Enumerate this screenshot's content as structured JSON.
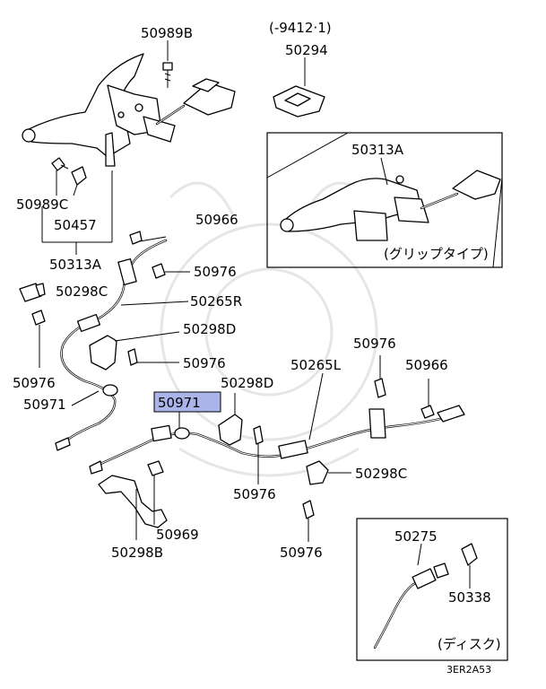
{
  "header_note": "(-9412·1)",
  "footer_code": "3ER2A53",
  "variant_grip": "(グリップタイプ)",
  "variant_disc": "(ディスク)",
  "highlight_color": "#aab4e8",
  "labels": {
    "p50989B": "50989B",
    "p50294": "50294",
    "p50313A_box": "50313A",
    "p50989C": "50989C",
    "p50457": "50457",
    "p50966_top": "50966",
    "p50313A": "50313A",
    "p50976_a": "50976",
    "p50298C_left": "50298C",
    "p50265R": "50265R",
    "p50298D_top": "50298D",
    "p50976_left": "50976",
    "p50976_mid": "50976",
    "p50971_left": "50971",
    "p50976_right": "50976",
    "p50966_right": "50966",
    "p50265L": "50265L",
    "p50971_hl": "50971",
    "p50298D_mid": "50298D",
    "p50298C_right": "50298C",
    "p50976_bottom": "50976",
    "p50969": "50969",
    "p50298B": "50298B",
    "p50976_lower": "50976",
    "p50275": "50275",
    "p50338": "50338"
  }
}
